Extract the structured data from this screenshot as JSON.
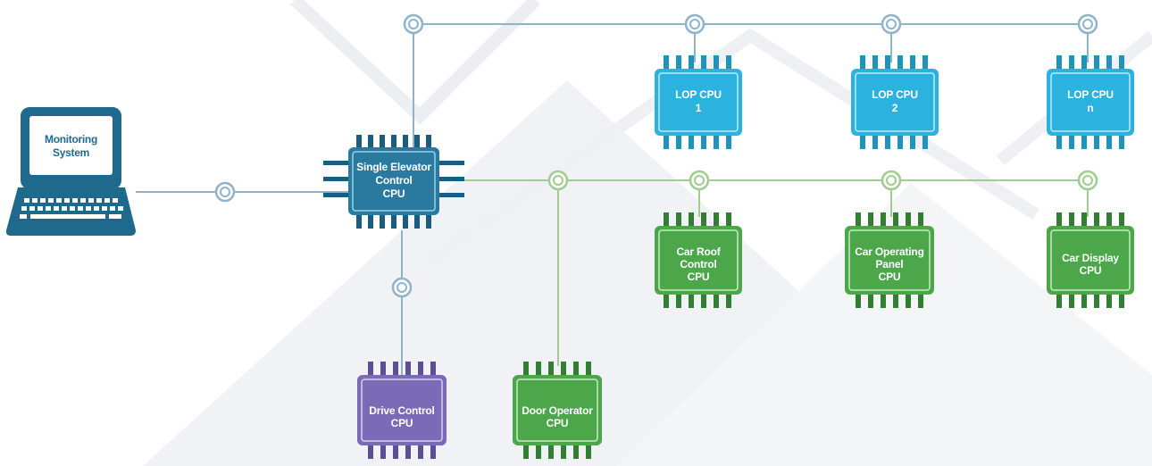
{
  "monitoring": {
    "label_line1": "Monitoring",
    "label_line2": "System"
  },
  "chips": {
    "main": {
      "lines": [
        "Single Elevator",
        "Control",
        "CPU"
      ]
    },
    "lop1": {
      "lines": [
        "LOP CPU",
        "1"
      ]
    },
    "lop2": {
      "lines": [
        "LOP CPU",
        "2"
      ]
    },
    "lopn": {
      "lines": [
        "LOP CPU",
        "n"
      ]
    },
    "car_roof": {
      "lines": [
        "Car Roof",
        "Control",
        "CPU"
      ]
    },
    "car_operating": {
      "lines": [
        "Car Operating",
        "Panel",
        "CPU"
      ]
    },
    "car_display": {
      "lines": [
        "Car Display",
        "CPU"
      ]
    },
    "drive": {
      "lines": [
        "Drive Control",
        "CPU"
      ]
    },
    "door": {
      "lines": [
        "Door Operator",
        "CPU"
      ]
    }
  },
  "colors": {
    "main_blue": "#2a7aa0",
    "main_blue_dark": "#1b5d80",
    "lop_cyan": "#2bb2df",
    "lop_cyan_dark": "#1d93bd",
    "green": "#4ca64a",
    "green_dark": "#327f33",
    "purple": "#7b6bb6",
    "purple_dark": "#5c4f96",
    "line_blue": "#8fb3c9",
    "line_green": "#9fcc8f",
    "bg_tri": "#eef0f3"
  }
}
